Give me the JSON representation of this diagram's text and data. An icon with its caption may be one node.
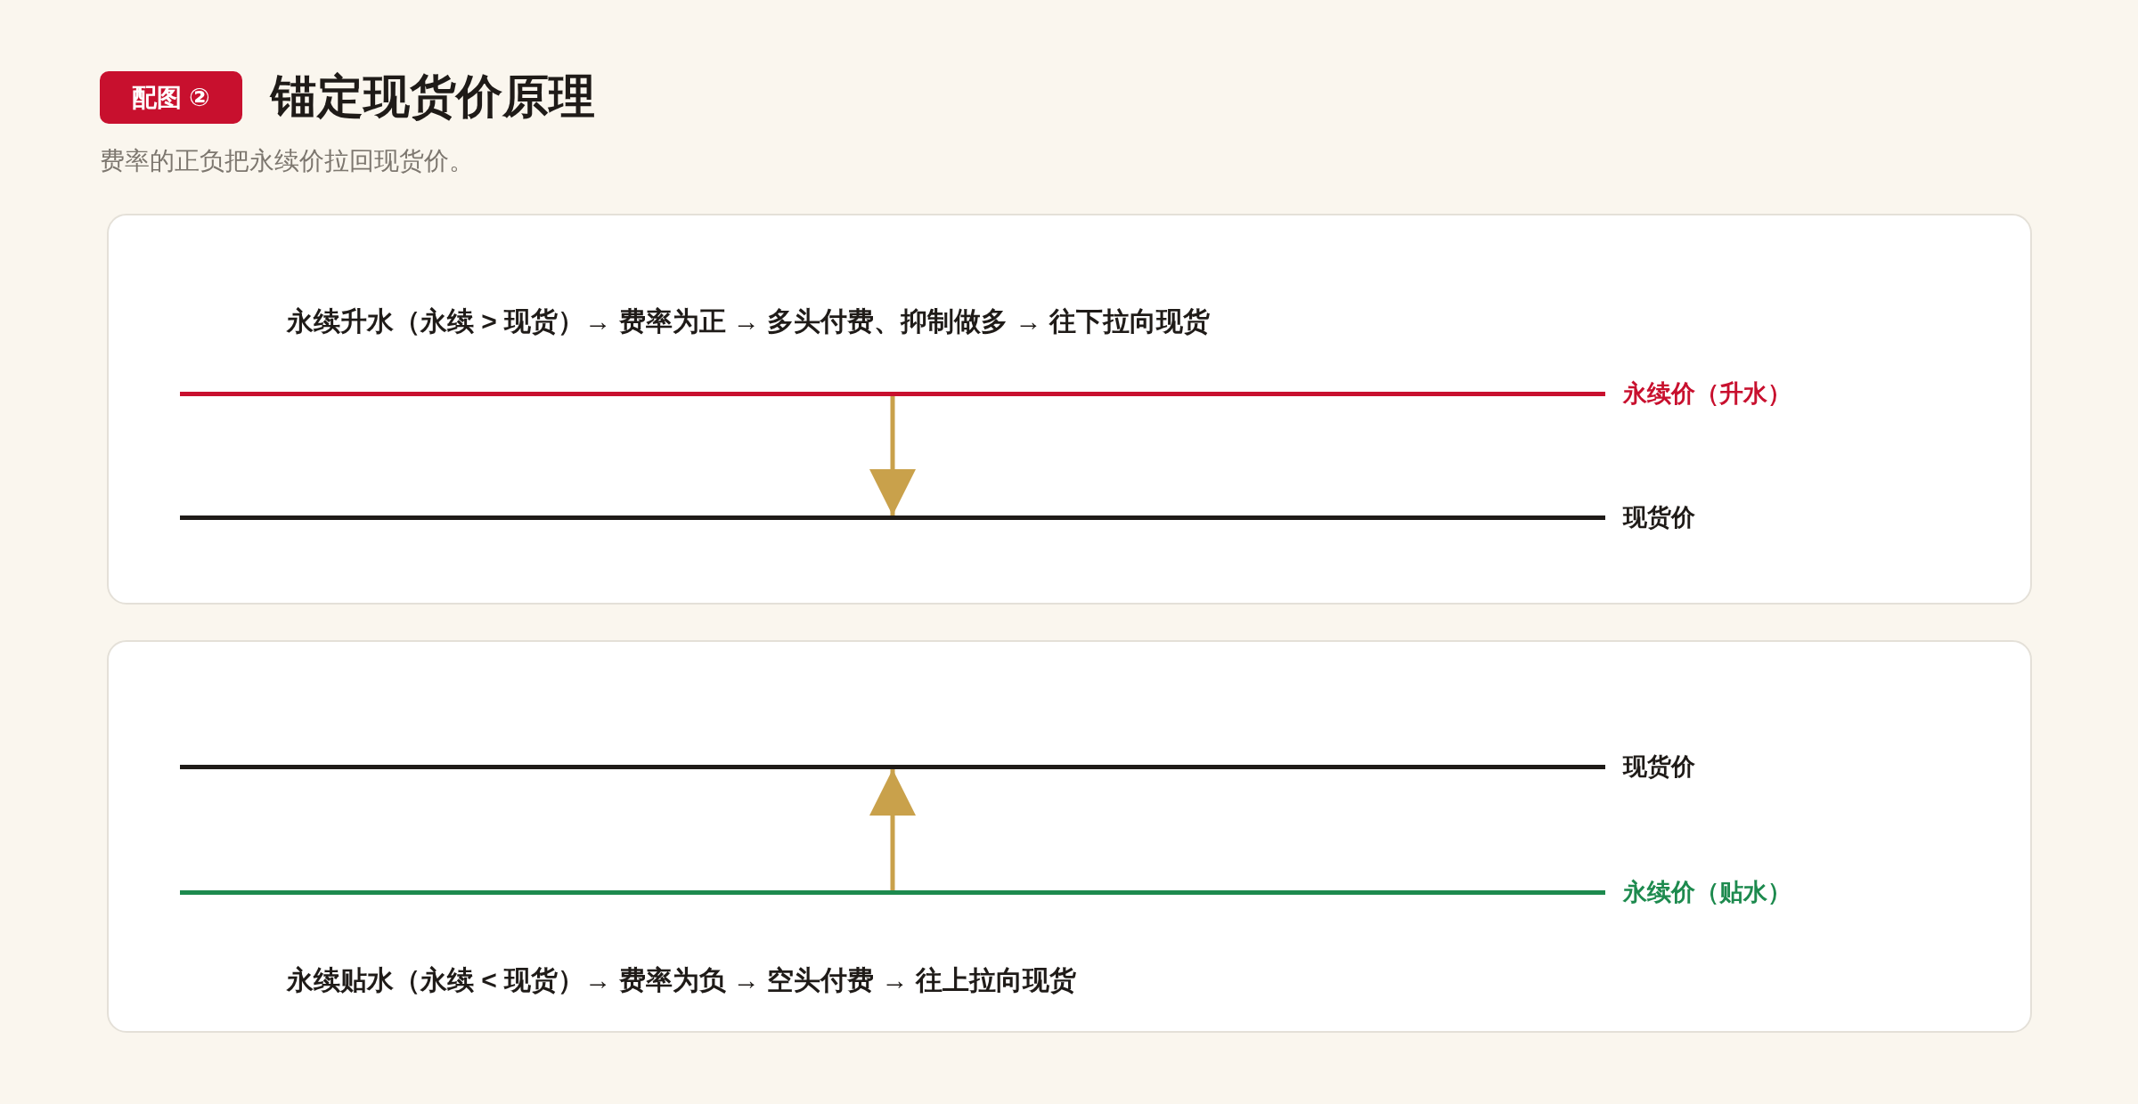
{
  "diagram": {
    "title": "锚定现货价原理",
    "caption": "费率的正负把永续价拉回现货价。",
    "nodes": [
      {
        "text": [
          "永续升水（永续 > 现货）→ 费率为正 → 多头付费、抑制做多 → 往下拉向现货"
        ]
      },
      {
        "text": [],
        "shape": "line",
        "beside": [
          "永续价（升水）"
        ],
        "in": 0
      },
      {
        "text": [],
        "shape": "line",
        "beside": [
          "现货价"
        ],
        "in": 0
      },
      {
        "text": [
          "永续贴水（永续 < 现货）→ 费率为负 → 空头付费 → 往上拉向现货"
        ]
      },
      {
        "text": [],
        "shape": "line",
        "beside": [
          "现货价"
        ],
        "in": 3
      },
      {
        "text": [],
        "shape": "line",
        "beside": [
          "永续价（贴水）"
        ],
        "in": 3
      }
    ],
    "edges": [
      {
        "from": 1,
        "to": 2,
        "arrow": "to"
      },
      {
        "from": 5,
        "to": 4,
        "arrow": "to"
      }
    ],
    "labels": [
      "配图 ②"
    ]
  }
}
